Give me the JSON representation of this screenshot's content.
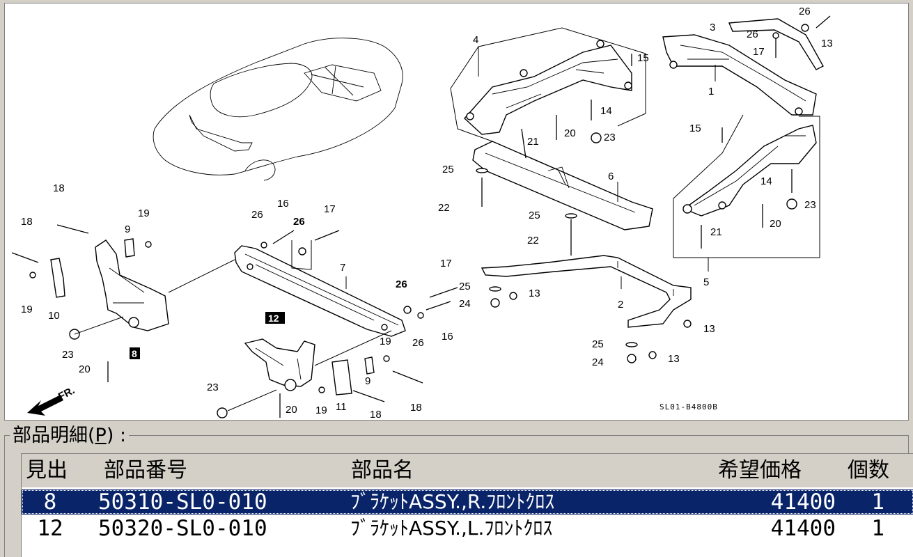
{
  "diagram": {
    "code": "SL01-B4800B",
    "direction_label": "FR.",
    "callouts": [
      "1",
      "2",
      "3",
      "4",
      "5",
      "6",
      "7",
      "8",
      "9",
      "10",
      "11",
      "12",
      "13",
      "14",
      "15",
      "16",
      "17",
      "18",
      "19",
      "20",
      "21",
      "22",
      "23",
      "24",
      "25",
      "26"
    ],
    "boxed_callouts": [
      "8",
      "12"
    ]
  },
  "parts_panel": {
    "label": "部品明細(",
    "mnemonic": "P",
    "label_suffix": ") :",
    "columns": {
      "ref": "見出",
      "part_number": "部品番号",
      "part_name": "部品名",
      "price": "希望価格",
      "qty": "個数"
    },
    "rows": [
      {
        "ref": "8",
        "part_number": "50310-SL0-010",
        "part_name": "ﾌﾞﾗｹｯﾄASSY.,R.ﾌﾛﾝﾄｸﾛｽ",
        "price": "41400",
        "qty": "1",
        "selected": true
      },
      {
        "ref": "12",
        "part_number": "50320-SL0-010",
        "part_name": "ﾌﾞﾗｹｯﾄASSY.,L.ﾌﾛﾝﾄｸﾛｽ",
        "price": "41400",
        "qty": "1",
        "selected": false
      }
    ]
  },
  "colors": {
    "window_bg": "#d4d0c8",
    "selection_bg": "#0a246a",
    "selection_text": "#ffffff"
  }
}
